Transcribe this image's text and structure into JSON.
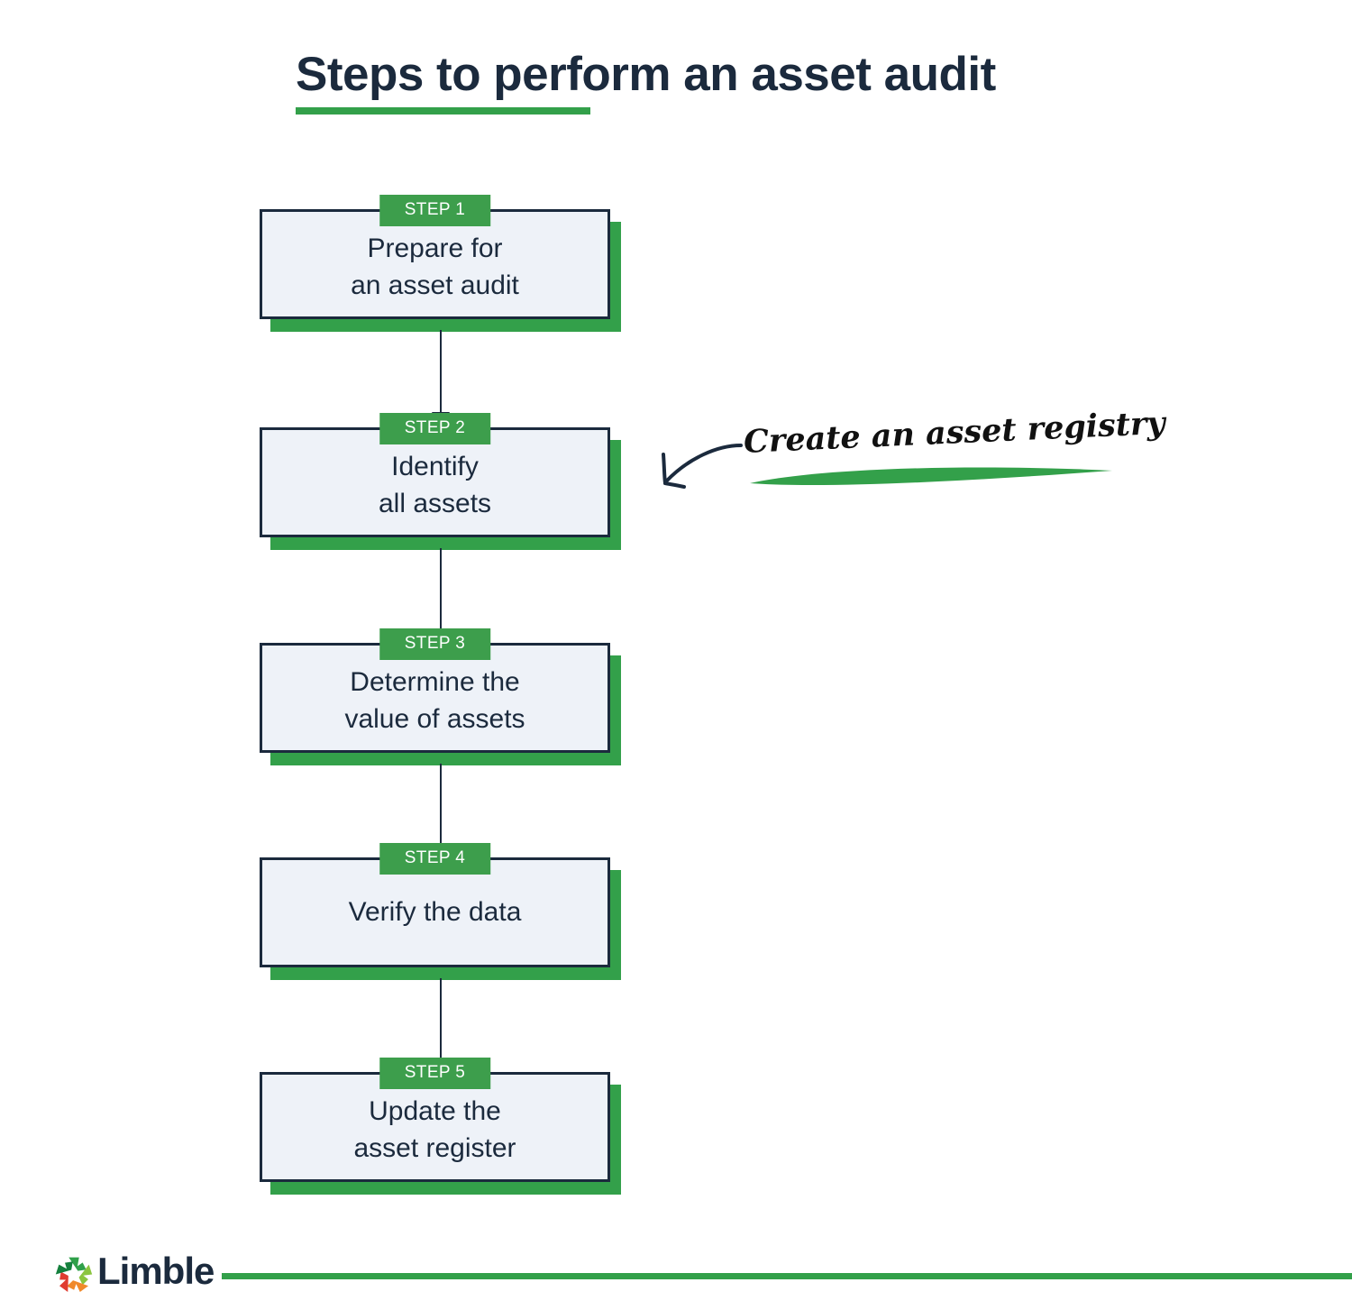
{
  "page": {
    "title": "Steps to perform an asset audit",
    "background": "#ffffff",
    "accent_green": "#33a04a",
    "badge_green": "#3d9e4c",
    "ink_navy": "#1b2a3d",
    "box_fill": "#eef2f8"
  },
  "flow": {
    "type": "vertical-flowchart",
    "steps": [
      {
        "badge": "STEP 1",
        "label": "Prepare for\nan asset audit",
        "lines": 2
      },
      {
        "badge": "STEP 2",
        "label": "Identify\nall assets",
        "lines": 2
      },
      {
        "badge": "STEP 3",
        "label": "Determine the\nvalue of assets",
        "lines": 2
      },
      {
        "badge": "STEP 4",
        "label": "Verify the data",
        "lines": 1
      },
      {
        "badge": "STEP 5",
        "label": "Update the\nasset register",
        "lines": 2
      }
    ]
  },
  "annotation": {
    "text": "Create an asset registry",
    "points_to": "STEP 2",
    "highlight_color": "#33a04a",
    "text_color": "#111111",
    "arrow_color": "#1b2a3d"
  },
  "footer": {
    "brand": "Limble",
    "logo_icon": "limble-pinwheel-logo",
    "logo_colors": [
      "#2fa04a",
      "#15803d",
      "#e03c31",
      "#f0892a",
      "#8bc53f"
    ],
    "rule_color": "#33a04a"
  }
}
